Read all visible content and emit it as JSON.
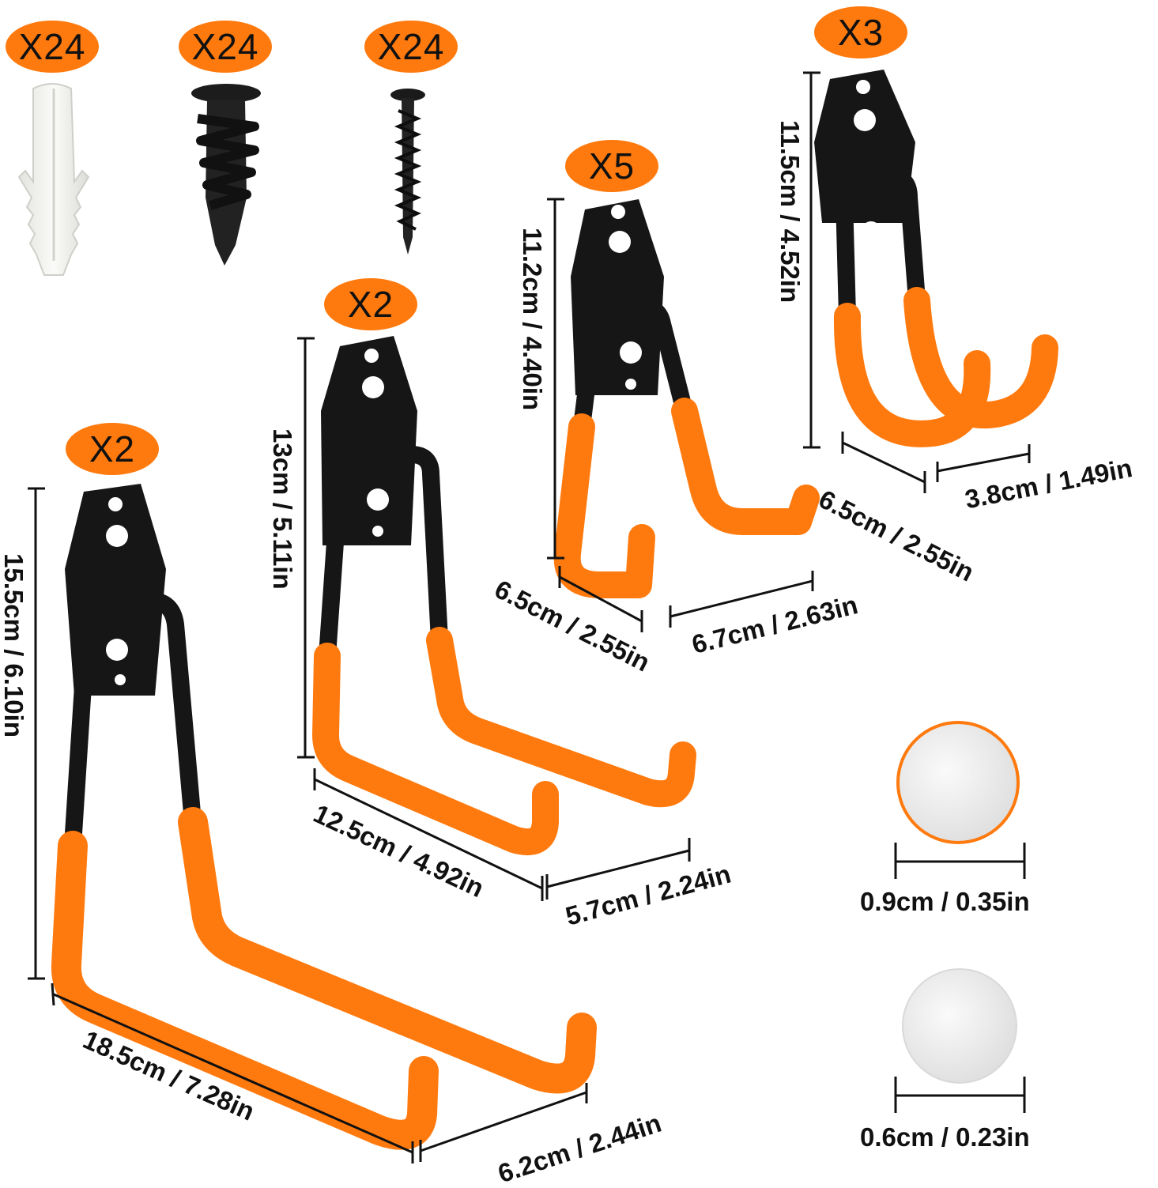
{
  "colors": {
    "accent": "#ff7a0e",
    "metal": "#161616",
    "plug": "#f2f2ef",
    "pad": "#e9e9e9"
  },
  "quantities": {
    "wall_anchor": "X24",
    "drywall_anchor": "X24",
    "screw": "X24",
    "hook_small": "X3",
    "hook_medium": "X5",
    "hook_large": "X2",
    "hook_xlarge": "X2"
  },
  "dimensions": {
    "hook_small_height": "11.5cm / 4.52in",
    "hook_small_depth": "6.5cm / 2.55in",
    "hook_small_width": "3.8cm / 1.49in",
    "hook_medium_height": "11.2cm / 4.40in",
    "hook_medium_depth": "6.5cm / 2.55in",
    "hook_medium_width": "6.7cm / 2.63in",
    "hook_large_height": "13cm / 5.11in",
    "hook_large_depth": "12.5cm / 4.92in",
    "hook_large_width": "5.7cm / 2.24in",
    "hook_xlarge_height": "15.5cm / 6.10in",
    "hook_xlarge_depth": "18.5cm / 7.28in",
    "hook_xlarge_width": "6.2cm / 2.44in",
    "pad_large": "0.9cm / 0.35in",
    "pad_small": "0.6cm / 0.23in"
  }
}
